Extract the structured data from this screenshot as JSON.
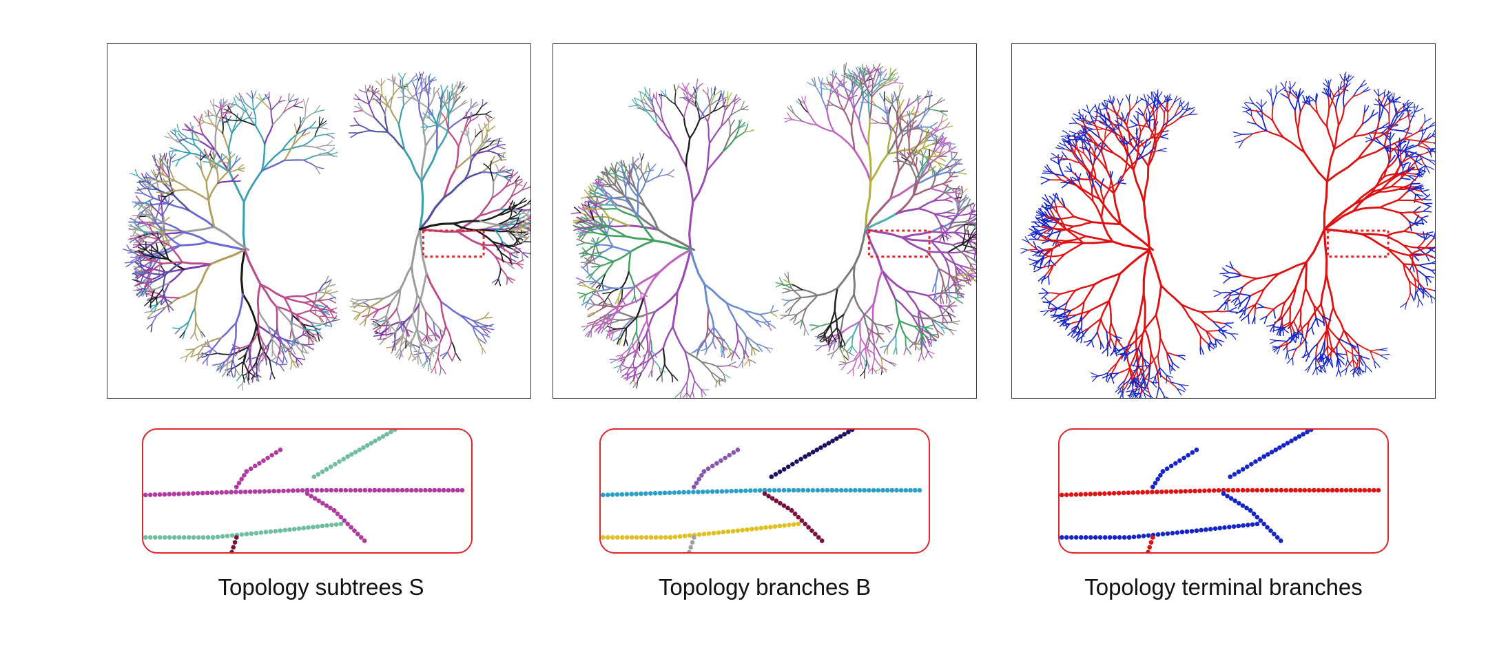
{
  "panels": [
    {
      "key": "subtrees",
      "caption": "Topology subtrees S",
      "style": "multicolor",
      "zoom_colors": [
        "#b03aa0",
        "#b03aa0",
        "#6fbf9f",
        "#b03aa0",
        "#6fbf9f",
        "#7a1040"
      ],
      "tree_colors": [
        "#7d3cb0",
        "#9a9a9a",
        "#1c1c1c",
        "#6a6ad0",
        "#b0a060",
        "#bb4a8a",
        "#3aa0b0",
        "#5050a0",
        "#a0a0a0"
      ]
    },
    {
      "key": "branches",
      "caption": "Topology branches B",
      "style": "multicolor",
      "zoom_colors": [
        "#2aa0c8",
        "#8855b0",
        "#1a1060",
        "#7a1040",
        "#e0c020",
        "#a0a0a0"
      ],
      "tree_colors": [
        "#9a4ab0",
        "#7a7a7a",
        "#1f1f1f",
        "#40a060",
        "#c060c0",
        "#6a8ad0",
        "#b0b040",
        "#a0607a",
        "#50b0b0"
      ]
    },
    {
      "key": "terminal",
      "caption": "Topology terminal branches",
      "style": "twocolor",
      "zoom_colors": [
        "#dd1111",
        "#1424c8",
        "#1424c8",
        "#1424c8",
        "#1424c8",
        "#dd1111"
      ],
      "tree_colors": [
        "#dd1111",
        "#1424c8"
      ]
    }
  ]
}
